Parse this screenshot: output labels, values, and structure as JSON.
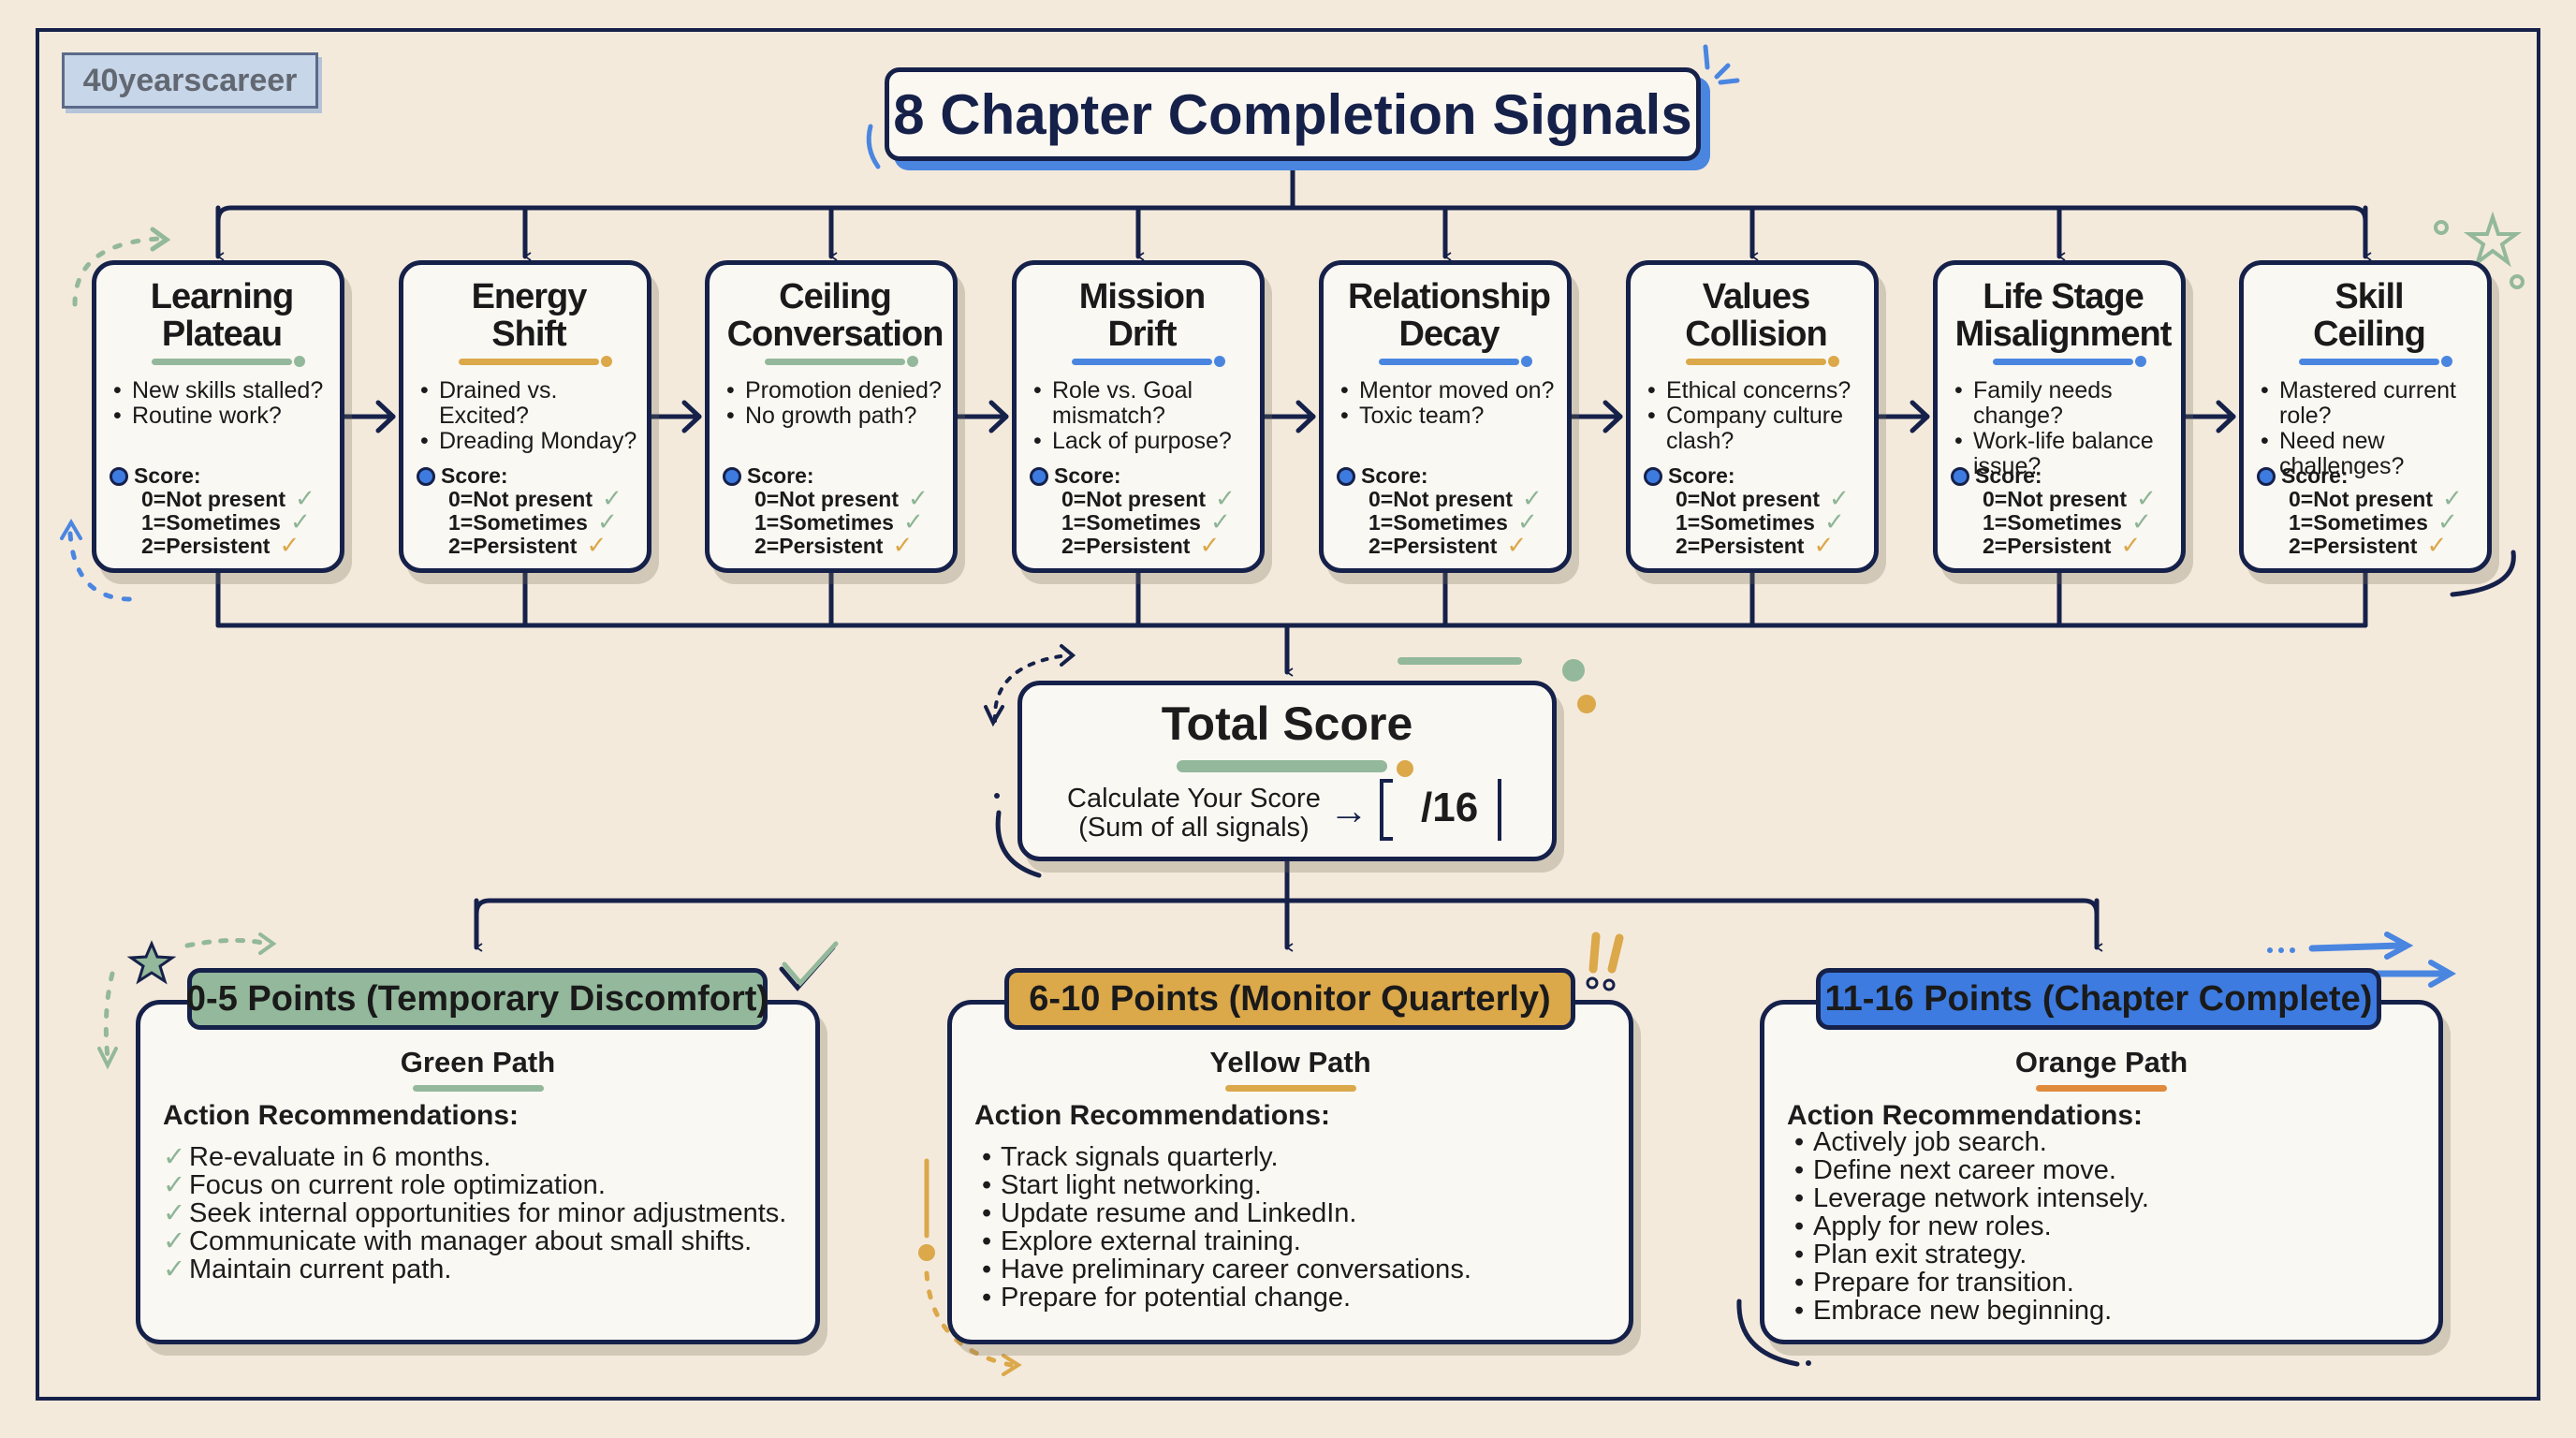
{
  "brand": "40yearscareer",
  "title": "8 Chapter Completion Signals",
  "colors": {
    "navy": "#16214a",
    "blue": "#4a86e0",
    "green": "#93b89b",
    "gold": "#dba84a",
    "orange": "#e08b3c",
    "background": "#f4eadc"
  },
  "score_legend": {
    "label": "Score:",
    "levels": [
      "0=Not present",
      "1=Sometimes",
      "2=Persistent"
    ]
  },
  "signals": [
    {
      "title": [
        "Learning",
        "Plateau"
      ],
      "accent": "#93b89b",
      "bullets": [
        "New skills stalled?",
        "Routine work?"
      ]
    },
    {
      "title": [
        "Energy",
        "Shift"
      ],
      "accent": "#dba84a",
      "bullets": [
        "Drained vs. Excited?",
        "Dreading Monday?"
      ]
    },
    {
      "title": [
        "Ceiling",
        "Conversation"
      ],
      "accent": "#93b89b",
      "bullets": [
        "Promotion denied?",
        "No growth path?"
      ]
    },
    {
      "title": [
        "Mission",
        "Drift"
      ],
      "accent": "#4a86e0",
      "bullets": [
        "Role vs. Goal mismatch?",
        "Lack of purpose?"
      ]
    },
    {
      "title": [
        "Relationship",
        "Decay"
      ],
      "accent": "#4a86e0",
      "bullets": [
        "Mentor moved on?",
        "Toxic team?"
      ]
    },
    {
      "title": [
        "Values",
        "Collision"
      ],
      "accent": "#dba84a",
      "bullets": [
        "Ethical concerns?",
        "Company culture clash?"
      ]
    },
    {
      "title": [
        "Life Stage",
        "Misalignment"
      ],
      "accent": "#4a86e0",
      "bullets": [
        "Family needs change?",
        "Work-life balance issue?"
      ]
    },
    {
      "title": [
        "Skill",
        "Ceiling"
      ],
      "accent": "#4a86e0",
      "bullets": [
        "Mastered current role?",
        "Need new challenges?"
      ]
    }
  ],
  "total": {
    "title": "Total Score",
    "calc_line1": "Calculate Your Score",
    "calc_line2": "(Sum of all signals)",
    "arrow": "→",
    "max": "/16"
  },
  "paths": [
    {
      "badge": "0-5 Points (Temporary Discomfort)",
      "badge_color": "#93b89b",
      "name": "Green Path",
      "underline_color": "#93b89b",
      "heading": "Action Recommendations:",
      "marker": "check",
      "items": [
        "Re-evaluate in 6 months.",
        "Focus on current role optimization.",
        "Seek internal opportunities for minor adjustments.",
        "Communicate with manager about small shifts.",
        "Maintain current path."
      ]
    },
    {
      "badge": "6-10 Points (Monitor Quarterly)",
      "badge_color": "#dba84a",
      "name": "Yellow Path",
      "underline_color": "#dba84a",
      "heading": "Action Recommendations:",
      "marker": "bullet",
      "items": [
        "Track signals quarterly.",
        "Start light networking.",
        "Update resume and LinkedIn.",
        "Explore external training.",
        "Have preliminary career conversations.",
        "Prepare for potential change."
      ]
    },
    {
      "badge": "11-16 Points (Chapter Complete)",
      "badge_color": "#3d7be0",
      "name": "Orange Path",
      "underline_color": "#e08b3c",
      "heading": "Action Recommendations:",
      "marker": "bullet",
      "items": [
        "Actively job search.",
        "Define next career move.",
        "Leverage network intensely.",
        "Apply for new roles.",
        "Plan exit strategy.",
        "Prepare for transition.",
        "Embrace new beginning."
      ]
    }
  ]
}
